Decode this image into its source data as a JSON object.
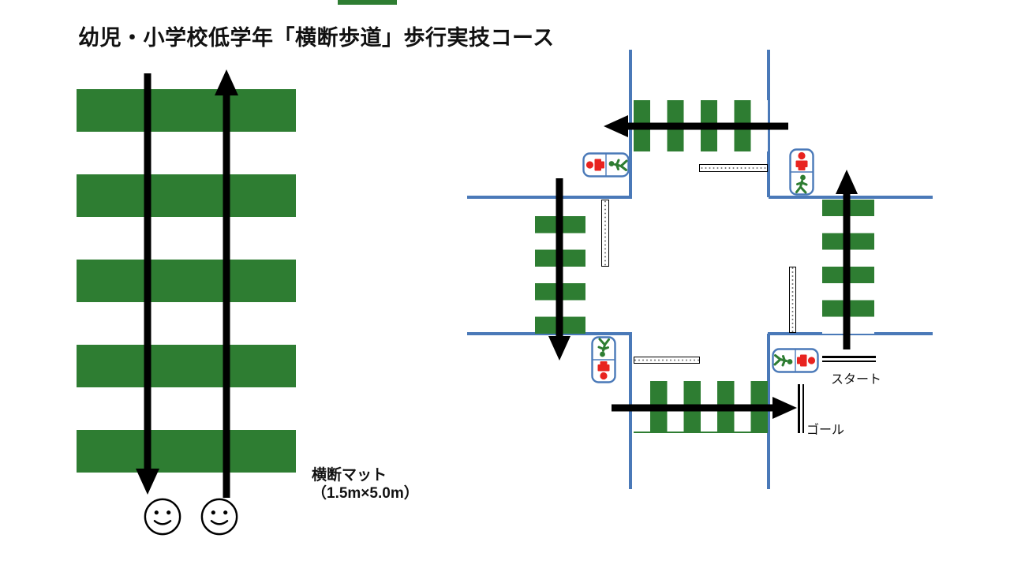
{
  "colors": {
    "crosswalk_green": "#2e7d32",
    "road_blue": "#4a79b8",
    "signal_red": "#e8231f",
    "signal_green": "#2e7d32"
  },
  "title": "幼児・小学校低学年「横断歩道」歩行実技コース",
  "top_edge_clip": {
    "color": "#2e7d32"
  },
  "mat": {
    "label_line1": "横断マット",
    "label_line2": "（1.5m×5.0m）",
    "stripe_count": 9,
    "stripe_colors": [
      "green",
      "white"
    ],
    "route_arrows": [
      "down",
      "up"
    ],
    "icons": [
      "smiley-face",
      "smiley-face"
    ]
  },
  "intersection": {
    "start_label": "スタート",
    "goal_label": "ゴール",
    "crosswalks": [
      "top",
      "left",
      "right",
      "bottom"
    ],
    "route_arrows": [
      "left-across-top",
      "down-across-left",
      "up-across-right",
      "right-across-bottom"
    ],
    "stop_line_markers": 4,
    "signals": [
      {
        "corner": "northwest",
        "orientation": "horizontal",
        "red": "left",
        "green": "right"
      },
      {
        "corner": "northeast",
        "orientation": "vertical",
        "red": "top",
        "green": "bottom"
      },
      {
        "corner": "southwest",
        "orientation": "vertical",
        "red": "bottom",
        "green": "top"
      },
      {
        "corner": "southeast",
        "orientation": "horizontal",
        "red": "right",
        "green": "left"
      }
    ]
  }
}
